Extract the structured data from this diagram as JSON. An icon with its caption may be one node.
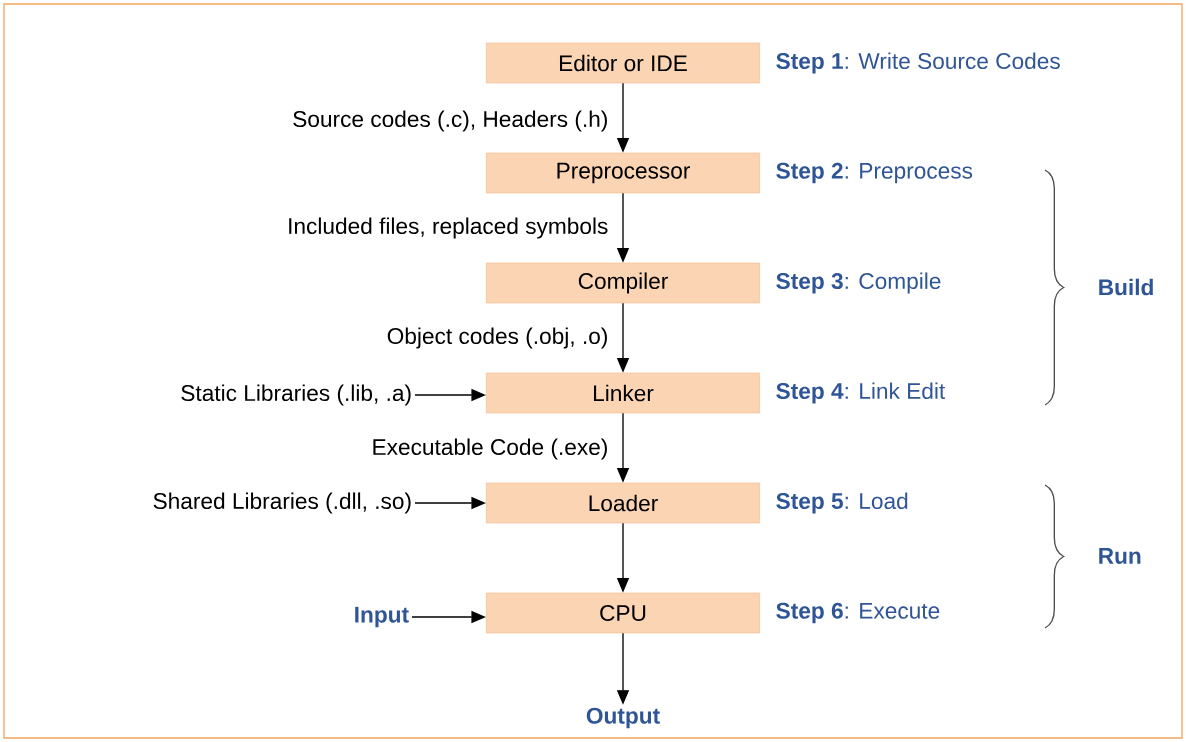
{
  "diagram": {
    "nodes": [
      {
        "text": [
          "Editor or IDE"
        ],
        "beside": [
          "**Step 1**: Write Source Codes"
        ]
      },
      {
        "text": [
          "Preprocessor"
        ],
        "beside": [
          "**Step 2**: Preprocess"
        ]
      },
      {
        "text": [
          "Compiler"
        ],
        "beside": [
          "**Step 3**: Compile"
        ]
      },
      {
        "text": [
          "Linker"
        ],
        "beside": [
          "**Step 4**: Link Edit"
        ]
      },
      {
        "text": [
          "Loader"
        ],
        "beside": [
          "**Step 5**: Load"
        ]
      },
      {
        "text": [
          "CPU"
        ],
        "beside": [
          "**Step 6**: Execute"
        ]
      },
      {
        "text": [
          "Static Libraries (.lib, .a)"
        ]
      },
      {
        "text": [
          "Shared Libraries (.dll, .so)"
        ]
      },
      {
        "text": [
          "Input"
        ]
      },
      {
        "text": [
          "Output"
        ]
      }
    ],
    "edges": [
      {
        "from": 0,
        "to": 1,
        "arrow": "to",
        "label": "Source codes (.c), Headers (.h)"
      },
      {
        "from": 1,
        "to": 2,
        "arrow": "to",
        "label": "Included files, replaced symbols"
      },
      {
        "from": 2,
        "to": 3,
        "arrow": "to",
        "label": "Object codes (.obj, .o)"
      },
      {
        "from": 3,
        "to": 4,
        "arrow": "to",
        "label": "Executable Code (.exe)"
      },
      {
        "from": 4,
        "to": 5,
        "arrow": "to"
      },
      {
        "from": 6,
        "to": 3,
        "arrow": "to"
      },
      {
        "from": 7,
        "to": 4,
        "arrow": "to"
      },
      {
        "from": 8,
        "to": 5,
        "arrow": "to"
      },
      {
        "from": 5,
        "to": 9,
        "arrow": "to"
      }
    ],
    "labels": [
      "Build",
      "Run"
    ]
  }
}
